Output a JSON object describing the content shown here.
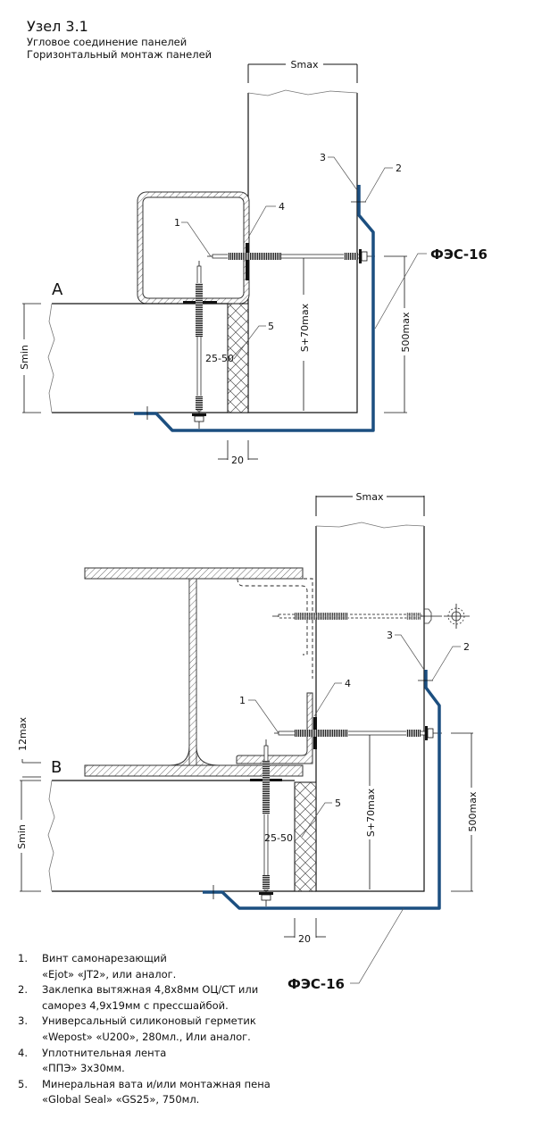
{
  "header": {
    "title": "Узел 3.1",
    "subtitle_lines": [
      "Угловое соединение панелей",
      "Горизонтальный монтаж панелей"
    ]
  },
  "colors": {
    "flashing": "#1c4f80",
    "line": "#111111",
    "leader": "#555555"
  },
  "details": [
    {
      "id": "A",
      "label": "A",
      "dims": {
        "panel_width": "Smax",
        "panel_thickness": "Smin",
        "fastener_offset": "25-50",
        "gap": "20",
        "height_sv": "S+70max",
        "height_flash": "500max"
      },
      "flashing_label": "ФЭС-16",
      "callouts": [
        "1",
        "2",
        "3",
        "4",
        "5"
      ]
    },
    {
      "id": "B",
      "label": "B",
      "dims": {
        "panel_width": "Smax",
        "panel_thickness": "Smin",
        "fastener_offset": "25-50",
        "gap": "20",
        "height_sv": "S+70max",
        "height_flash": "500max",
        "flange_gap": "12max"
      },
      "flashing_label": "ФЭС-16",
      "callouts": [
        "1",
        "2",
        "3",
        "4",
        "5"
      ]
    }
  ],
  "legend": [
    {
      "num": "1.",
      "lines": [
        "Винт самонарезающий",
        "«Ejot» «JT2», или аналог."
      ]
    },
    {
      "num": "2.",
      "lines": [
        "Заклепка вытяжная 4,8х8мм ОЦ/СТ или",
        "саморез 4,9х19мм с прессшайбой."
      ]
    },
    {
      "num": "3.",
      "lines": [
        "Универсальный силиконовый герметик",
        "«Wepost» «U200», 280мл., Или аналог."
      ]
    },
    {
      "num": "4.",
      "lines": [
        "Уплотнительная лента",
        "«ППЭ» 3х30мм."
      ]
    },
    {
      "num": "5.",
      "lines": [
        "Минеральная вата и/или монтажная пена",
        "«Global Seal» «GS25», 750мл."
      ]
    }
  ]
}
